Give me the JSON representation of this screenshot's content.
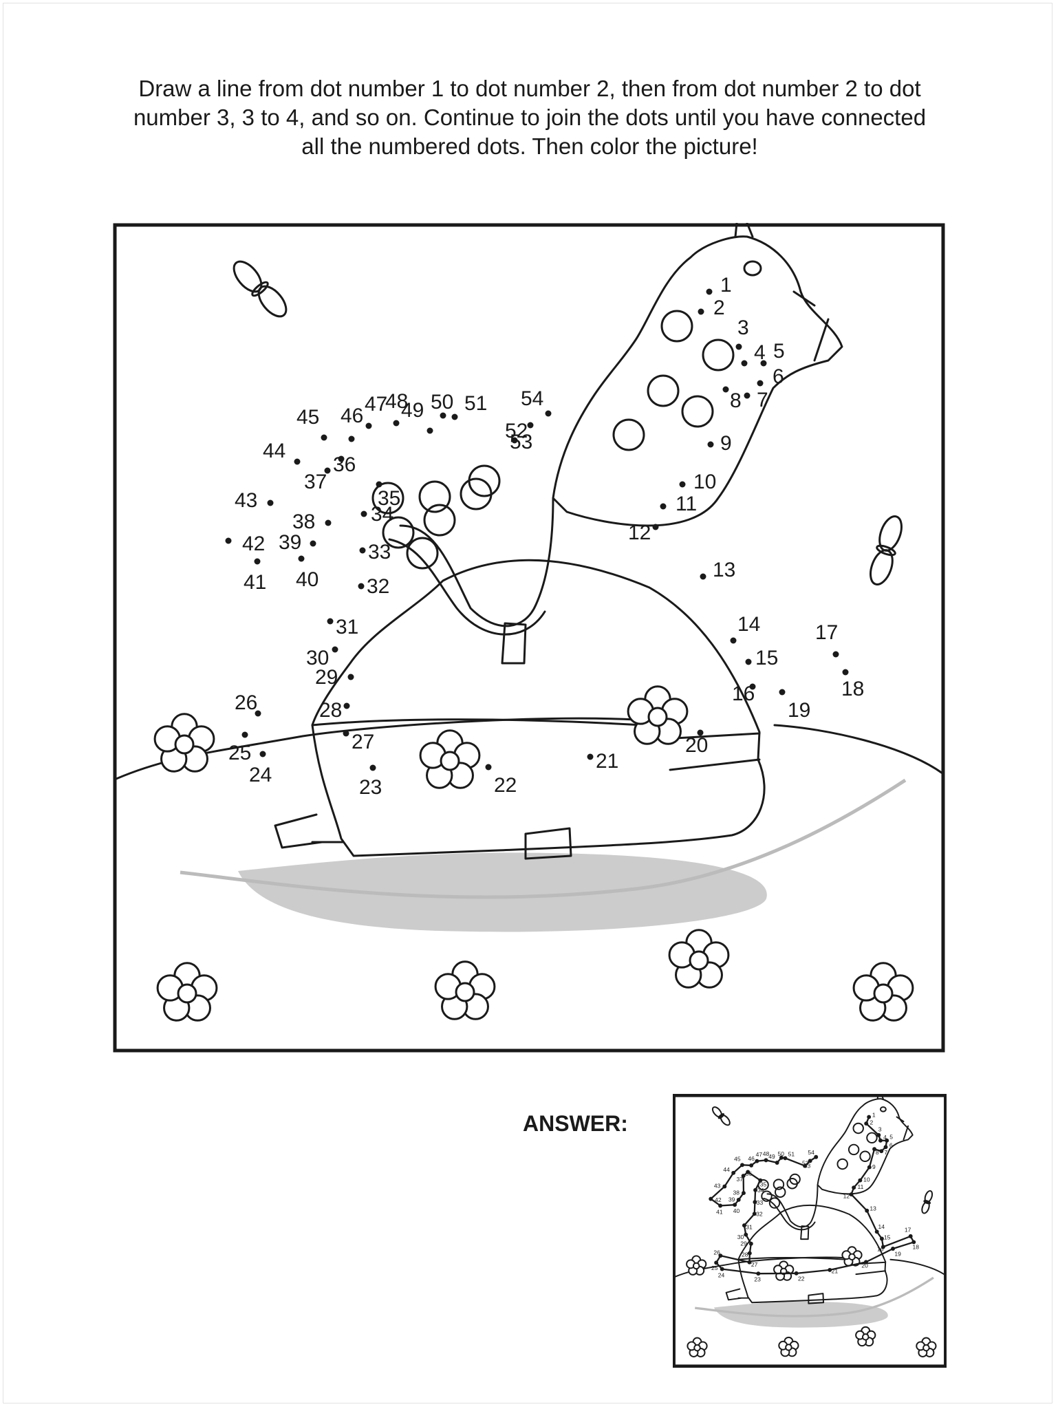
{
  "instructions": {
    "line1": "Draw a line from dot number 1 to dot number 2, then from dot number 2 to dot",
    "line2": "number 3, 3 to 4, and so on. Continue to join the dots until you have connected",
    "line3": "all the numbered dots. Then color the picture!"
  },
  "answer_label": "ANSWER:",
  "dot_numbers": [
    "1",
    "2",
    "3",
    "4",
    "5",
    "6",
    "7",
    "8",
    "9",
    "10",
    "11",
    "12",
    "13",
    "14",
    "15",
    "16",
    "17",
    "18",
    "19",
    "20",
    "21",
    "22",
    "23",
    "24",
    "25",
    "26",
    "27",
    "28",
    "29",
    "30",
    "31",
    "32",
    "33",
    "34",
    "35",
    "36",
    "37",
    "38",
    "39",
    "40",
    "41",
    "42",
    "43",
    "44",
    "45",
    "46",
    "47",
    "48",
    "49",
    "50",
    "51",
    "52",
    "53",
    "54"
  ],
  "colors": {
    "ink": "#1a1a1a",
    "shadow": "#cccccc",
    "rocker": "#bbbbbb"
  }
}
